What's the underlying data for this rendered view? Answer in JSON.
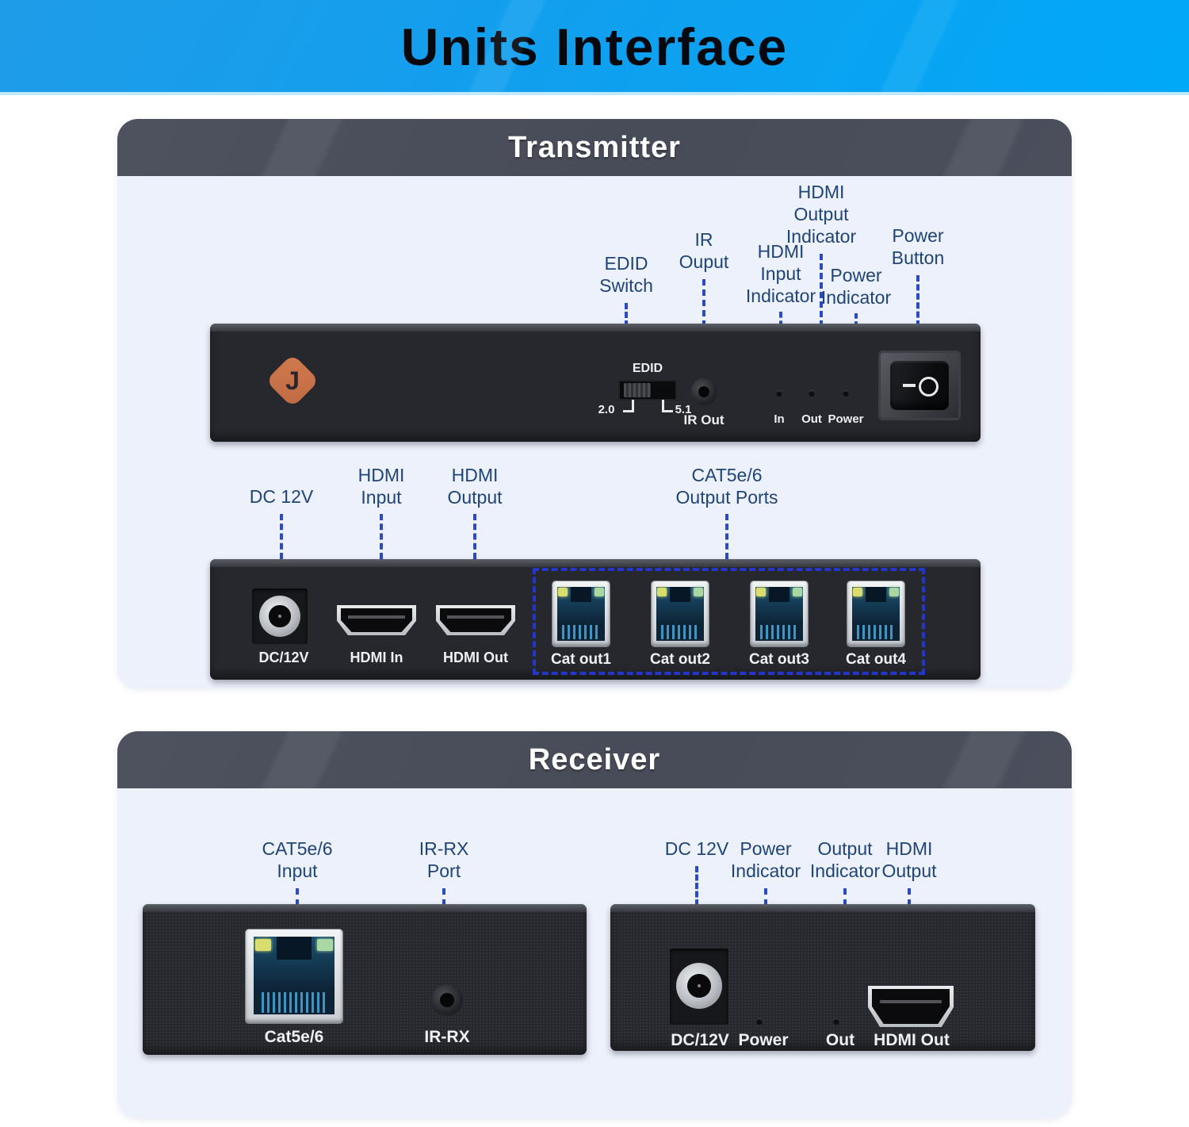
{
  "banner": {
    "title": "Units Interface"
  },
  "transmitter": {
    "title": "Transmitter",
    "front_callouts": [
      {
        "label": "EDID\nSwitch"
      },
      {
        "label": "IR\nOuput"
      },
      {
        "label": "HDMI\nInput\nIndicator"
      },
      {
        "label": "HDMI\nOutput\nIndicator"
      },
      {
        "label": "Power\nIndicator"
      },
      {
        "label": "Power\nButton"
      }
    ],
    "front_device": {
      "edid_label": "EDID",
      "edid_left": "2.0",
      "edid_right": "5.1",
      "ir_out_label": "IR Out",
      "led_labels": [
        "In",
        "Out",
        "Power"
      ]
    },
    "rear_callouts": [
      {
        "label": "DC 12V"
      },
      {
        "label": "HDMI\nInput"
      },
      {
        "label": "HDMI\nOutput"
      },
      {
        "label": "CAT5e/6\nOutput Ports"
      }
    ],
    "rear_device": {
      "dc_label": "DC/12V",
      "hdmi_in_label": "HDMI In",
      "hdmi_out_label": "HDMI Out",
      "cat_ports": [
        {
          "label": "Cat out1"
        },
        {
          "label": "Cat out2"
        },
        {
          "label": "Cat out3"
        },
        {
          "label": "Cat out4"
        }
      ]
    }
  },
  "receiver": {
    "title": "Receiver",
    "left_callouts": [
      {
        "label": "CAT5e/6\nInput"
      },
      {
        "label": "IR-RX\nPort"
      }
    ],
    "right_callouts": [
      {
        "label": "DC 12V"
      },
      {
        "label": "Power\nIndicator"
      },
      {
        "label": "Output\nIndicator"
      },
      {
        "label": "HDMI\nOutput"
      }
    ],
    "left_device": {
      "cat_label": "Cat5e/6",
      "ir_label": "IR-RX"
    },
    "right_device": {
      "dc_label": "DC/12V",
      "power_label": "Power",
      "out_label": "Out",
      "hdmi_label": "HDMI Out"
    }
  },
  "colors": {
    "banner_blue": "#0fa0ee",
    "header_slate": "#4b4f5c",
    "panel_body": "#edf1fb",
    "callout_text": "#1f4479",
    "callout_line": "#2b4ac4",
    "callout_dot": "#2e52d8",
    "device_black": "#26282d",
    "logo_orange": "#c97049"
  }
}
